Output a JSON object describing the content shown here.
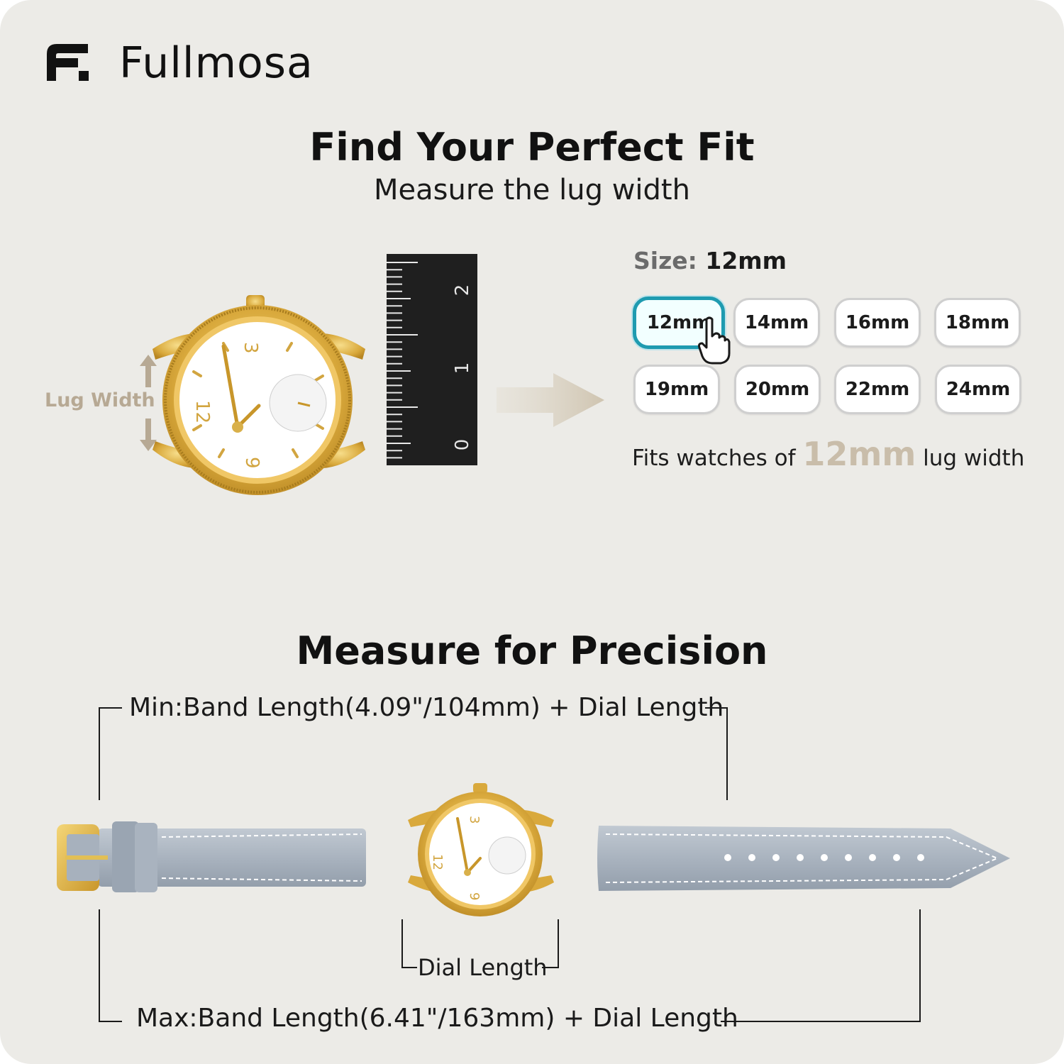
{
  "brand": {
    "name": "Fullmosa",
    "logo_letter": "F."
  },
  "section_fit": {
    "title": "Find Your Perfect Fit",
    "subtitle": "Measure the lug width",
    "lug_label": "Lug Width",
    "ruler_marks": [
      "0",
      "1",
      "2"
    ],
    "size_label": "Size:",
    "size_value": "12mm",
    "size_options": [
      "12mm",
      "14mm",
      "16mm",
      "18mm",
      "19mm",
      "20mm",
      "22mm",
      "24mm"
    ],
    "selected_size": "12mm",
    "fits_prefix": "Fits watches of",
    "fits_size": "12mm",
    "fits_suffix": "lug width"
  },
  "section_precision": {
    "title": "Measure for Precision",
    "min_text": "Min:Band Length(4.09\"/104mm) + Dial Length",
    "max_text": "Max:Band Length(6.41\"/163mm) + Dial Length",
    "dial_length_label": "Dial Length"
  },
  "colors": {
    "background": "#ecebe7",
    "accent_selected": "#1f9bb0",
    "lug_accent": "#b7a994",
    "strap_gray": "#a9b3bf",
    "gold": "#d9b04a"
  },
  "icons": {
    "cursor": "hand-pointer-icon",
    "arrow": "arrow-right-icon"
  }
}
